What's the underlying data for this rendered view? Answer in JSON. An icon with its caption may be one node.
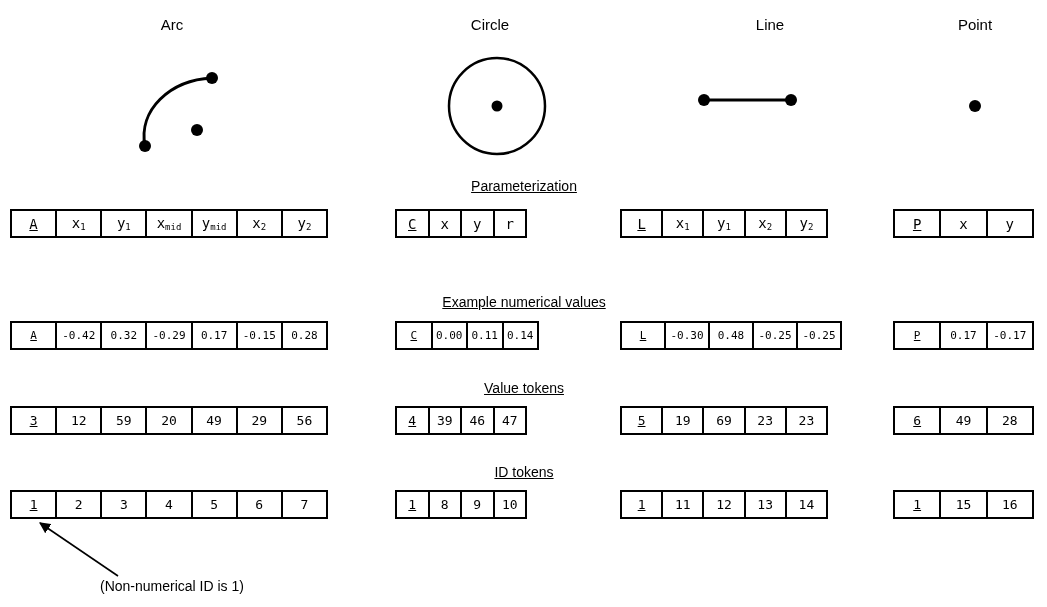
{
  "diagram": {
    "nodes": [
      {
        "text": [
          "1"
        ]
      },
      {
        "text": [
          "(Non-numerical ID is 1)"
        ]
      }
    ],
    "edges": [
      {
        "from": 1,
        "to": 0,
        "arrow": "to"
      }
    ],
    "labels": [
      "Arc",
      "Circle",
      "Line",
      "Point",
      "Parameterization",
      "A",
      "x$_{1}$",
      "y$_{1}$",
      "x$_{mid}$",
      "y$_{mid}$",
      "x$_{2}$",
      "y$_{2}$",
      "C",
      "x",
      "y",
      "r",
      "L",
      "x$_{1}$",
      "y$_{1}$",
      "x$_{2}$",
      "y$_{2}$",
      "P",
      "x",
      "y",
      "Example numerical values",
      "A",
      "-0.42",
      "0.32",
      "-0.29",
      "0.17",
      "-0.15",
      "0.28",
      "C",
      "0.00",
      "0.11",
      "0.14",
      "L",
      "-0.30",
      "0.48",
      "-0.25",
      "-0.25",
      "P",
      "0.17",
      "-0.17",
      "Value tokens",
      "3",
      "12",
      "59",
      "20",
      "49",
      "29",
      "56",
      "4",
      "39",
      "46",
      "47",
      "5",
      "19",
      "69",
      "23",
      "23",
      "6",
      "49",
      "28",
      "ID tokens",
      "2",
      "3",
      "4",
      "5",
      "6",
      "7",
      "1",
      "8",
      "9",
      "10",
      "1",
      "11",
      "12",
      "13",
      "14",
      "1",
      "15",
      "16"
    ]
  }
}
